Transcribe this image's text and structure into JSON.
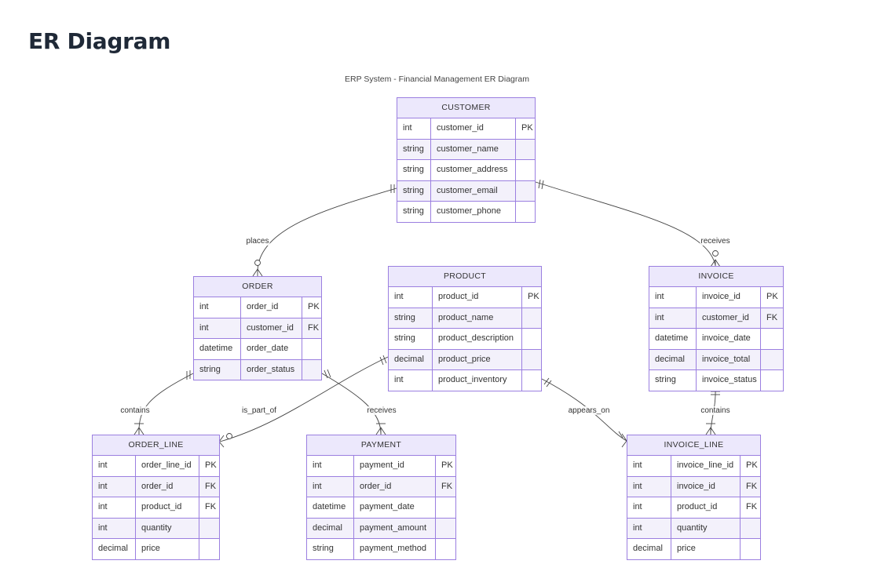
{
  "page": {
    "title": "ER Diagram"
  },
  "diagram": {
    "title": "ERP System - Financial Management ER Diagram",
    "line_color": "#444444",
    "entity_border_color": "#9b7fe0",
    "entity_header_color": "#ece8fc",
    "row_alt_color": "#f3f1fb"
  },
  "entities": {
    "customer": {
      "name": "CUSTOMER",
      "attributes": [
        {
          "type": "int",
          "name": "customer_id",
          "key": "PK"
        },
        {
          "type": "string",
          "name": "customer_name",
          "key": ""
        },
        {
          "type": "string",
          "name": "customer_address",
          "key": ""
        },
        {
          "type": "string",
          "name": "customer_email",
          "key": ""
        },
        {
          "type": "string",
          "name": "customer_phone",
          "key": ""
        }
      ]
    },
    "order": {
      "name": "ORDER",
      "attributes": [
        {
          "type": "int",
          "name": "order_id",
          "key": "PK"
        },
        {
          "type": "int",
          "name": "customer_id",
          "key": "FK"
        },
        {
          "type": "datetime",
          "name": "order_date",
          "key": ""
        },
        {
          "type": "string",
          "name": "order_status",
          "key": ""
        }
      ]
    },
    "product": {
      "name": "PRODUCT",
      "attributes": [
        {
          "type": "int",
          "name": "product_id",
          "key": "PK"
        },
        {
          "type": "string",
          "name": "product_name",
          "key": ""
        },
        {
          "type": "string",
          "name": "product_description",
          "key": ""
        },
        {
          "type": "decimal",
          "name": "product_price",
          "key": ""
        },
        {
          "type": "int",
          "name": "product_inventory",
          "key": ""
        }
      ]
    },
    "invoice": {
      "name": "INVOICE",
      "attributes": [
        {
          "type": "int",
          "name": "invoice_id",
          "key": "PK"
        },
        {
          "type": "int",
          "name": "customer_id",
          "key": "FK"
        },
        {
          "type": "datetime",
          "name": "invoice_date",
          "key": ""
        },
        {
          "type": "decimal",
          "name": "invoice_total",
          "key": ""
        },
        {
          "type": "string",
          "name": "invoice_status",
          "key": ""
        }
      ]
    },
    "order_line": {
      "name": "ORDER_LINE",
      "attributes": [
        {
          "type": "int",
          "name": "order_line_id",
          "key": "PK"
        },
        {
          "type": "int",
          "name": "order_id",
          "key": "FK"
        },
        {
          "type": "int",
          "name": "product_id",
          "key": "FK"
        },
        {
          "type": "int",
          "name": "quantity",
          "key": ""
        },
        {
          "type": "decimal",
          "name": "price",
          "key": ""
        }
      ]
    },
    "payment": {
      "name": "PAYMENT",
      "attributes": [
        {
          "type": "int",
          "name": "payment_id",
          "key": "PK"
        },
        {
          "type": "int",
          "name": "order_id",
          "key": "FK"
        },
        {
          "type": "datetime",
          "name": "payment_date",
          "key": ""
        },
        {
          "type": "decimal",
          "name": "payment_amount",
          "key": ""
        },
        {
          "type": "string",
          "name": "payment_method",
          "key": ""
        }
      ]
    },
    "invoice_line": {
      "name": "INVOICE_LINE",
      "attributes": [
        {
          "type": "int",
          "name": "invoice_line_id",
          "key": "PK"
        },
        {
          "type": "int",
          "name": "invoice_id",
          "key": "FK"
        },
        {
          "type": "int",
          "name": "product_id",
          "key": "FK"
        },
        {
          "type": "int",
          "name": "quantity",
          "key": ""
        },
        {
          "type": "decimal",
          "name": "price",
          "key": ""
        }
      ]
    }
  },
  "relationships": {
    "places": "places",
    "receives_invoice": "receives",
    "contains_order": "contains",
    "is_part_of": "is_part_of",
    "receives_payment": "receives",
    "appears_on": "appears_on",
    "contains_invoice": "contains"
  }
}
